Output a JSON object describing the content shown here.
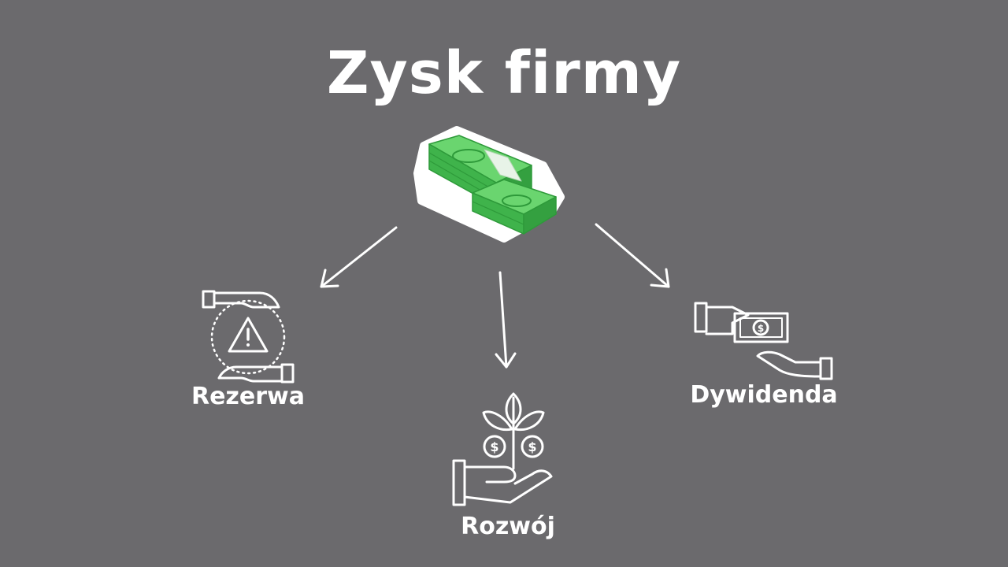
{
  "title": "Zysk firmy",
  "center": {
    "icon": "money-stack-icon"
  },
  "branches": {
    "left": {
      "label": "Rezerwa",
      "icon": "hand-warning-icon"
    },
    "center": {
      "label": "Rozwój",
      "icon": "hand-plant-money-icon"
    },
    "right": {
      "label": "Dywidenda",
      "icon": "hands-exchange-money-icon"
    }
  },
  "colors": {
    "background": "#6b6a6d",
    "foreground": "#ffffff",
    "money_green": "#4bc458"
  }
}
